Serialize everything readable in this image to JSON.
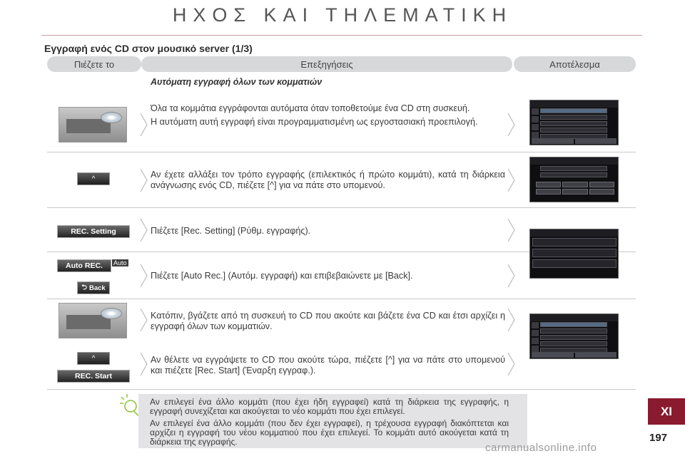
{
  "page": {
    "title": "ΗΧΟΣ ΚΑΙ ΤΗΛΕΜΑΤΙΚΗ",
    "section_title": "Εγγραφή ενός CD στον μουσικό server (1/3)",
    "chapter_tab": "XI",
    "page_number": "197",
    "watermark": "carmanualsonline.info"
  },
  "columns": {
    "press": "Πιέζετε το",
    "explanations": "Επεξηγήσεις",
    "result": "Αποτέλεσμα"
  },
  "sub_heading": "Αυτόματη εγγραφή όλων των κομματιών",
  "rows": [
    {
      "paragraphs": [
        "Όλα τα κομμάτια εγγράφονται αυτόματα όταν τοποθετούμε ένα CD στη συσκευή.",
        "Η αυτόματη αυτή εγγραφή είναι προγραμματισμένη ως εργοστασιακή προεπιλογή."
      ]
    },
    {
      "paragraphs": [
        "Αν έχετε αλλάξει τον τρόπο εγγραφής (επιλεκτικός ή πρώτο κομμάτι), κατά τη διάρκεια ανάγνωσης ενός CD, πιέζετε [^] για να πάτε στο υπομενού."
      ]
    },
    {
      "paragraphs": [
        "Πιέζετε [Rec. Setting] (Ρύθμ. εγγραφής)."
      ]
    },
    {
      "paragraphs": [
        "Πιέζετε [Auto Rec.] (Αυτόμ. εγγραφή) και επιβεβαιώνετε με [Back]."
      ]
    },
    {
      "paragraphs": [
        "Κατόπιν, βγάζετε από τη συσκευή το CD που ακούτε και βάζετε ένα CD και έτσι αρχίζει η εγγραφή όλων των κομματιών."
      ]
    },
    {
      "paragraphs": [
        "Αν θέλετε να εγγράψετε το CD που ακούτε τώρα, πιέζετε [^] για να πάτε στο υπομενού και πιέζετε [Rec. Start] (Έναρξη εγγραφ.)."
      ]
    }
  ],
  "buttons": {
    "up": "^",
    "rec_setting": "REC. Setting",
    "auto_rec": "Auto REC.",
    "auto_tag": "Auto",
    "back": "Back",
    "rec_start": "REC. Start"
  },
  "note": {
    "paragraphs": [
      "Αν επιλεγεί ένα άλλο κομμάτι (που έχει ήδη εγγραφεί) κατά τη διάρκεια της εγγραφής, η εγγραφή συνεχίζεται και ακούγεται το νέο κομμάτι που έχει επιλεγεί.",
      "Αν επιλεγεί ένα άλλο κομμάτι (που δεν έχει εγγραφεί), η τρέχουσα εγγραφή διακόπτεται και αρχίζει η εγγραφή του νέου κομματιού που έχει επιλεγεί. Το κομμάτι αυτό ακούγεται κατά τη διάρκεια της εγγραφής."
    ]
  },
  "icons": {
    "note": "lightbulb-icon",
    "back": "return-arrow-icon",
    "chevron": "chevron-right-icon"
  },
  "colors": {
    "chapter_tab": "#8a1a2e",
    "header_pill": "#d7d8da",
    "note_box": "#e3e3e5"
  }
}
